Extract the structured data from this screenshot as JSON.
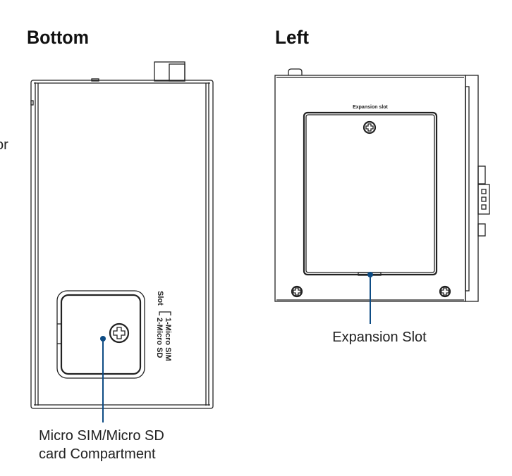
{
  "partial_text": "or",
  "bottom_view": {
    "title": "Bottom",
    "slot_label": "Slot",
    "slot_option_1": "1-Micro SIM",
    "slot_option_2": "2-Micro SD",
    "callout_line1": "Micro SIM/Micro SD",
    "callout_line2": "card Compartment"
  },
  "left_view": {
    "title": "Left",
    "panel_label": "Expansion slot",
    "callout": "Expansion Slot"
  },
  "colors": {
    "callout": "#0e4c84",
    "line": "#222222"
  }
}
